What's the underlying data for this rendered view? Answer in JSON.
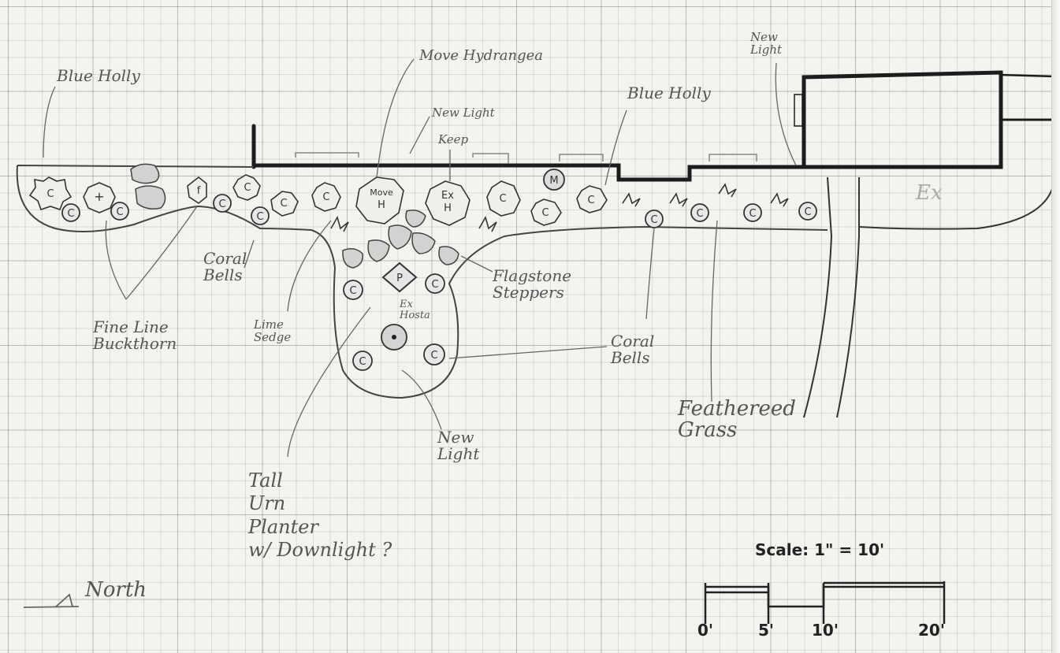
{
  "labels": {
    "blue_holly_left": "Blue Holly",
    "move_hydrangea": "Move Hydrangea",
    "new_light_top": "New Light",
    "keep": "Keep",
    "blue_holly_right": "Blue Holly",
    "new_light_topright": "New\nLight",
    "coral_bells_left": "Coral\nBells",
    "fine_line_buckthorn": "Fine Line\nBuckthorn",
    "lime_sedge": "Lime\nSedge",
    "flagstone_steppers": "Flagstone\nSteppers",
    "coral_bells_right": "Coral\nBells",
    "feathered_grass": "Feathereed\nGrass",
    "new_light_bottom": "New\nLight",
    "tall_urn": "Tall\nUrn\nPlanter\nw/ Downlight ?",
    "north": "North",
    "ex": "Ex",
    "ex_hosta": "Ex\nHosta"
  },
  "plant_symbols": {
    "coral": "C",
    "holly": "+",
    "buckthorn": "f",
    "move_h": "Move\nH",
    "ex_h": "Ex\nH",
    "m": "M",
    "p": "P"
  },
  "scale": {
    "title": "Scale: 1\" = 10'",
    "ticks": [
      "0'",
      "5'",
      "10'",
      "20'"
    ]
  },
  "colors": {
    "ink": "#3a3a3a",
    "heavy_ink": "#1c1c1c",
    "pencil": "#6a6a6a"
  }
}
